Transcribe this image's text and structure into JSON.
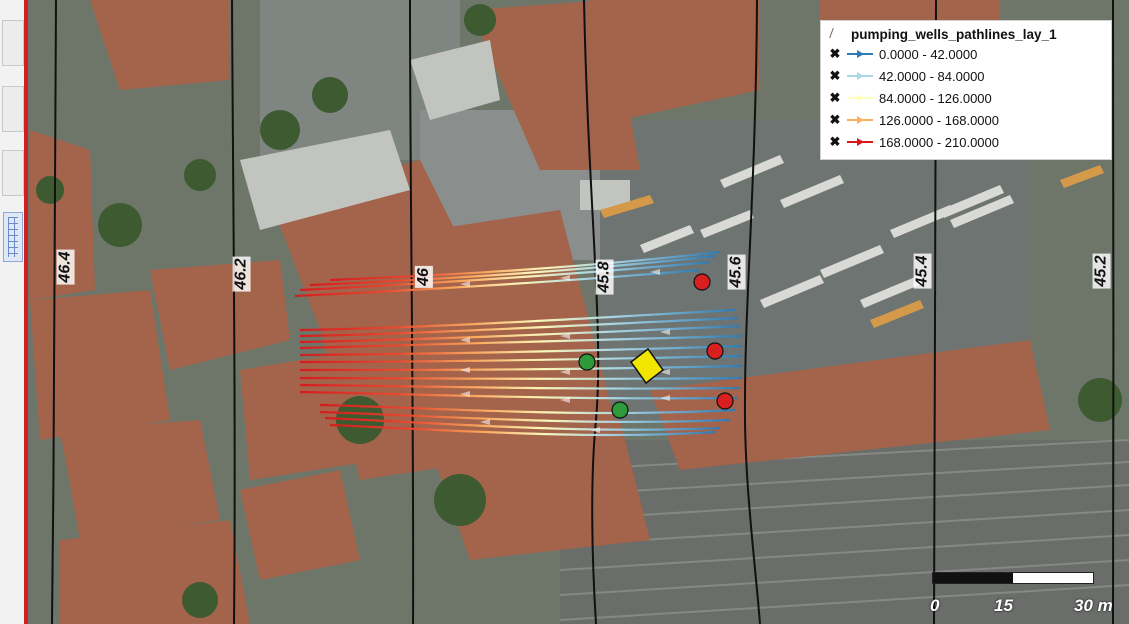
{
  "legend": {
    "layer_name": "pumping_wells_pathlines_lay_1",
    "classes": [
      {
        "label": "0.0000 - 42.0000",
        "color": "#2c7bb6"
      },
      {
        "label": "42.0000 - 84.0000",
        "color": "#abd9e9"
      },
      {
        "label": "84.0000 - 126.0000",
        "color": "#ffffbf"
      },
      {
        "label": "126.0000 - 168.0000",
        "color": "#fdae61"
      },
      {
        "label": "168.0000 - 210.0000",
        "color": "#d7191c"
      }
    ]
  },
  "contours": {
    "labels": [
      "46.4",
      "46.2",
      "46",
      "45.8",
      "45.6",
      "45.4",
      "45.2"
    ]
  },
  "scale_bar": {
    "labels": [
      "0",
      "15",
      "30 m"
    ]
  },
  "wells": {
    "green_color": "#2e9a3a",
    "red_color": "#d92020",
    "yellow_color": "#f2e500"
  }
}
